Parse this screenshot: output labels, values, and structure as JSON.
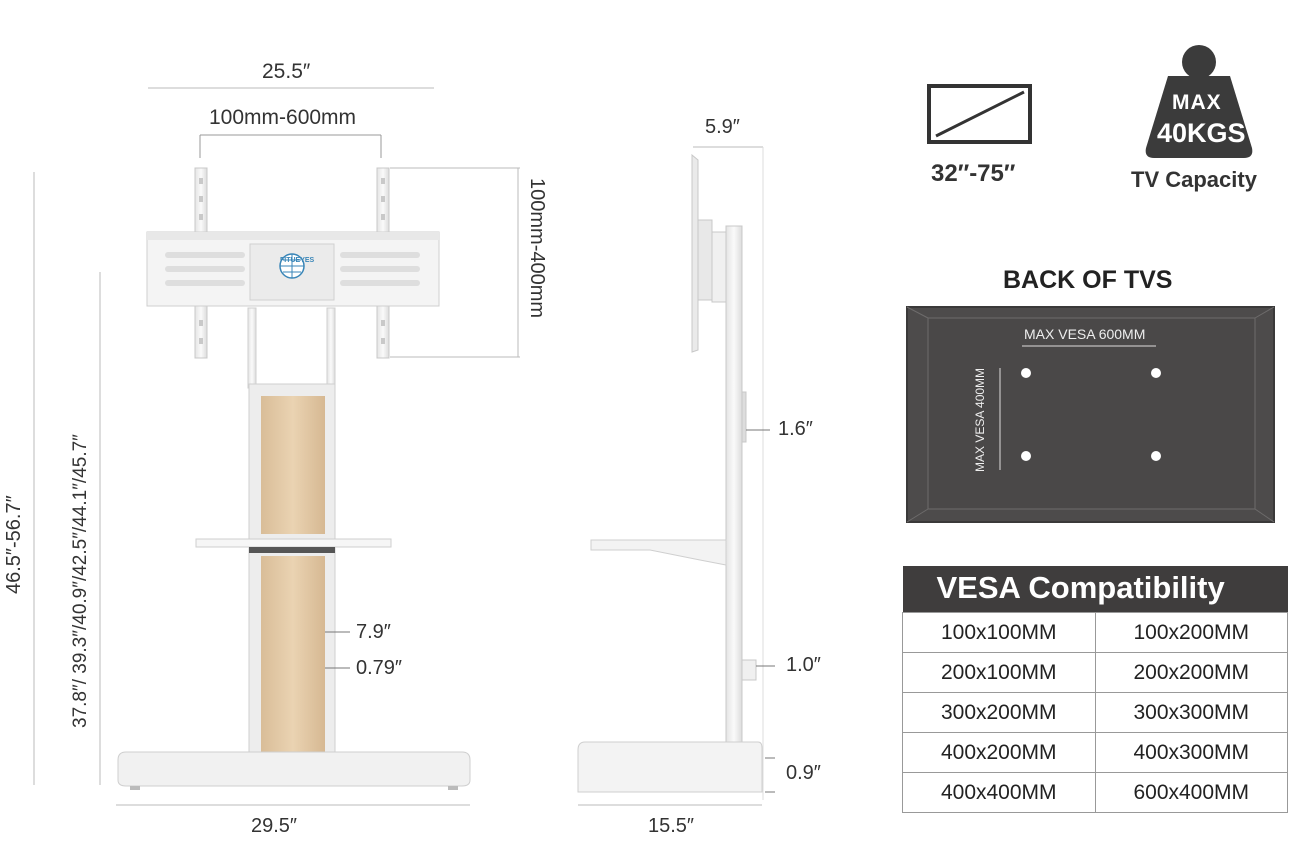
{
  "front_view": {
    "width_top": "25.5″",
    "vesa_horizontal": "100mm-600mm",
    "vesa_vertical": "100mm-400mm",
    "total_height": "46.5″-56.7″",
    "heights": "37.8″/ 39.3″/40.9″/42.5″/44.1″/45.7″",
    "shelf_gap": "7.9″",
    "shelf_step": "0.79″",
    "base_width": "29.5″",
    "logo_text": "FITUEYES"
  },
  "side_view": {
    "bracket_depth": "5.9″",
    "column_width": "1.6″",
    "column_gap": "1.0″",
    "base_height": "0.9″",
    "base_depth": "15.5″"
  },
  "specs": {
    "tv_size": "32″-75″",
    "weight_top": "MAX",
    "weight_bottom": "40KGS",
    "capacity_label": "TV Capacity"
  },
  "back_of_tvs": {
    "title": "BACK OF TVS",
    "max_vesa_h": "MAX VESA 600MM",
    "max_vesa_v": "MAX VESA 400MM"
  },
  "vesa_table": {
    "title": "VESA Compatibility",
    "rows": [
      [
        "100x100MM",
        "100x200MM"
      ],
      [
        "200x100MM",
        "200x200MM"
      ],
      [
        "300x200MM",
        "300x300MM"
      ],
      [
        "400x200MM",
        "400x300MM"
      ],
      [
        "400x400MM",
        "600x400MM"
      ]
    ]
  },
  "colors": {
    "dark_panel": "#4a4848",
    "table_header": "#3f3d3d",
    "wood": "#e3c9a6",
    "stand_white": "#f2f2f2"
  }
}
